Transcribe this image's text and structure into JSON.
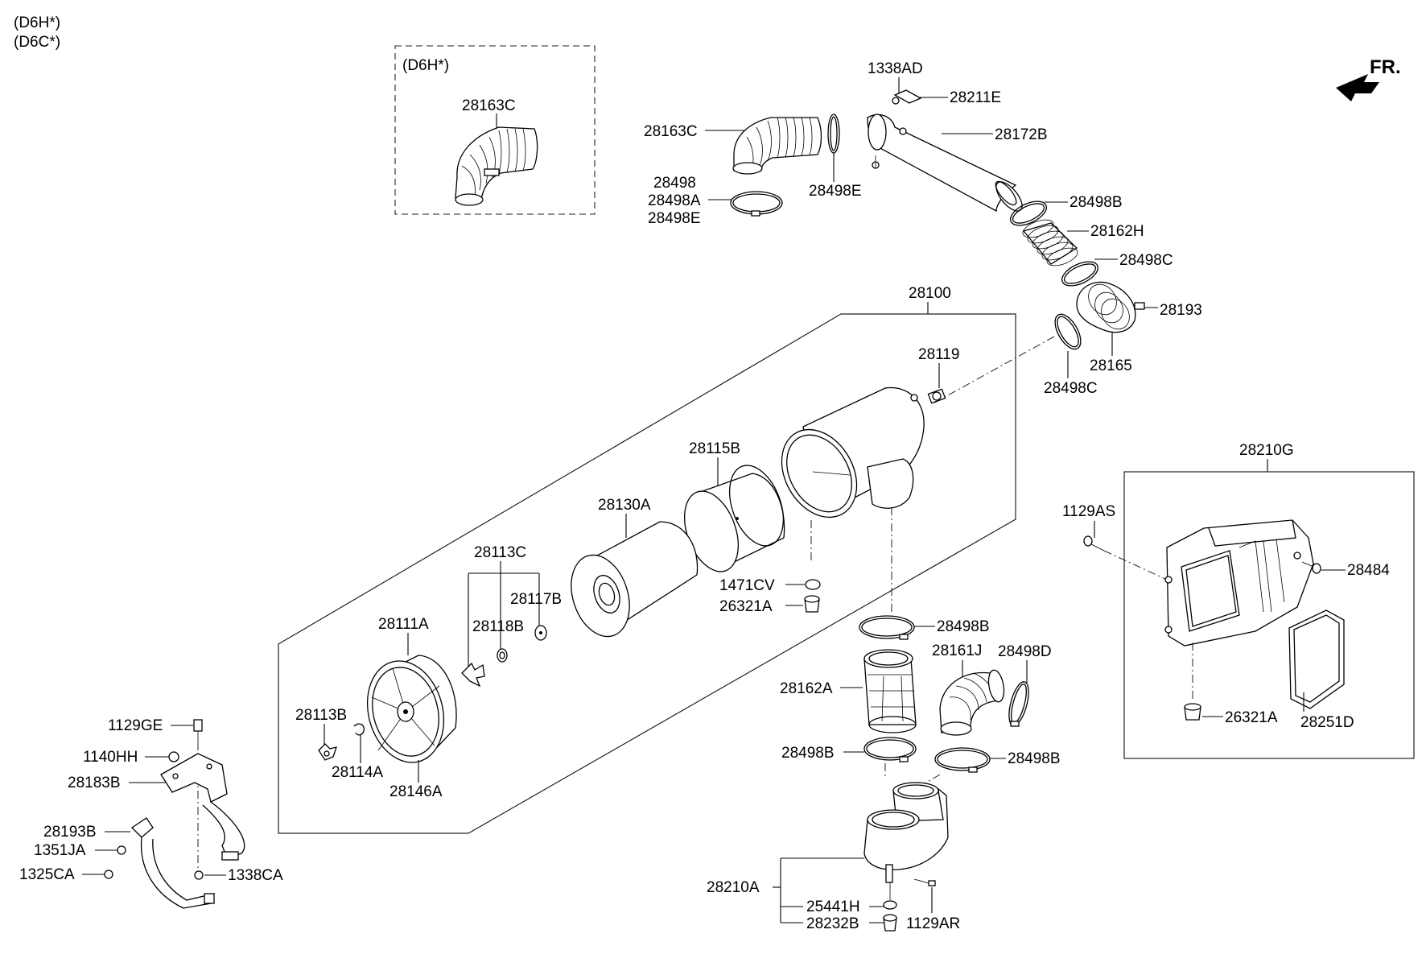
{
  "variants": [
    "(D6H*)",
    "(D6C*)"
  ],
  "inset_variant": "(D6H*)",
  "fr_label": "FR.",
  "parts": {
    "p28163C_inset": "28163C",
    "p1338AD": "1338AD",
    "p28211E": "28211E",
    "p28163C": "28163C",
    "p28172B": "28172B",
    "p28498": "28498",
    "p28498A": "28498A",
    "p28498E_left": "28498E",
    "p28498E": "28498E",
    "p28498B_top": "28498B",
    "p28162H": "28162H",
    "p28498C_top": "28498C",
    "p28193": "28193",
    "p28100": "28100",
    "p28165": "28165",
    "p28498C_mid": "28498C",
    "p28119": "28119",
    "p28115B": "28115B",
    "p28130A": "28130A",
    "p28113C": "28113C",
    "p28117B": "28117B",
    "p1471CV": "1471CV",
    "p26321A_left": "26321A",
    "p28111A": "28111A",
    "p28118B": "28118B",
    "p28498B_r1": "28498B",
    "p28161J": "28161J",
    "p28498D": "28498D",
    "p28162A": "28162A",
    "p28113B": "28113B",
    "p28114A": "28114A",
    "p28146A": "28146A",
    "p28498B_r2": "28498B",
    "p28498B_r3": "28498B",
    "p28210A": "28210A",
    "p25441H": "25441H",
    "p28232B": "28232B",
    "p1129AR": "1129AR",
    "p28210G": "28210G",
    "p1129AS": "1129AS",
    "p28484": "28484",
    "p26321A_right": "26321A",
    "p28251D": "28251D",
    "p1129GE": "1129GE",
    "p1140HH": "1140HH",
    "p28183B": "28183B",
    "p28193B": "28193B",
    "p1351JA": "1351JA",
    "p1325CA": "1325CA",
    "p1338CA": "1338CA"
  }
}
